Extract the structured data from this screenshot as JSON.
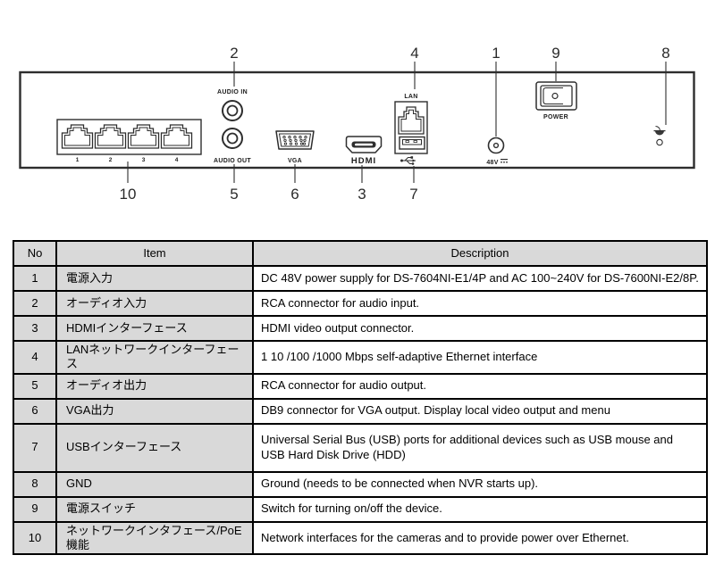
{
  "diagram": {
    "callouts": {
      "c1": "1",
      "c2": "2",
      "c3": "3",
      "c4": "4",
      "c5": "5",
      "c6": "6",
      "c7": "7",
      "c8": "8",
      "c9": "9",
      "c10": "10"
    },
    "labels": {
      "audio_in": "AUDIO IN",
      "audio_out": "AUDIO OUT",
      "vga": "VGA",
      "hdmi": "HDMI",
      "lan": "LAN",
      "power": "POWER",
      "dc": "48V"
    },
    "port_numbers": [
      "1",
      "2",
      "3",
      "4"
    ]
  },
  "table": {
    "headers": {
      "no": "No",
      "item": "Item",
      "description": "Description"
    },
    "rows": [
      {
        "no": "1",
        "item": "電源入力",
        "desc": "DC 48V power supply for DS-7604NI-E1/4P and AC 100~240V for DS-7600NI-E2/8P."
      },
      {
        "no": "2",
        "item": "オーディオ入力",
        "desc": "RCA connector for audio input."
      },
      {
        "no": "3",
        "item": "HDMIインターフェース",
        "desc": "HDMI video output connector."
      },
      {
        "no": "4",
        "item": "LANネットワークインターフェース",
        "desc": "1 10 /100 /1000 Mbps self-adaptive Ethernet interface"
      },
      {
        "no": "5",
        "item": "オーディオ出力",
        "desc": "RCA connector for audio output."
      },
      {
        "no": "6",
        "item": "VGA出力",
        "desc": "DB9 connector for VGA output. Display local video output and menu"
      },
      {
        "no": "7",
        "item": "USBインターフェース",
        "desc": "Universal Serial Bus (USB) ports for additional devices such as USB mouse and USB Hard Disk Drive (HDD)"
      },
      {
        "no": "8",
        "item": "GND",
        "desc": "Ground (needs to be connected when NVR starts up)."
      },
      {
        "no": "9",
        "item": "電源スイッチ",
        "desc": "Switch for turning on/off the device."
      },
      {
        "no": "10",
        "item": "ネットワークインタフェース/PoE機能",
        "desc": "Network interfaces for the cameras and to provide power over Ethernet."
      }
    ],
    "colors": {
      "header_bg": "#d9d9d9",
      "label_cell_bg": "#d9d9d9",
      "desc_cell_bg": "#ffffff",
      "border": "#000000",
      "line": "#2e2e2e"
    }
  }
}
